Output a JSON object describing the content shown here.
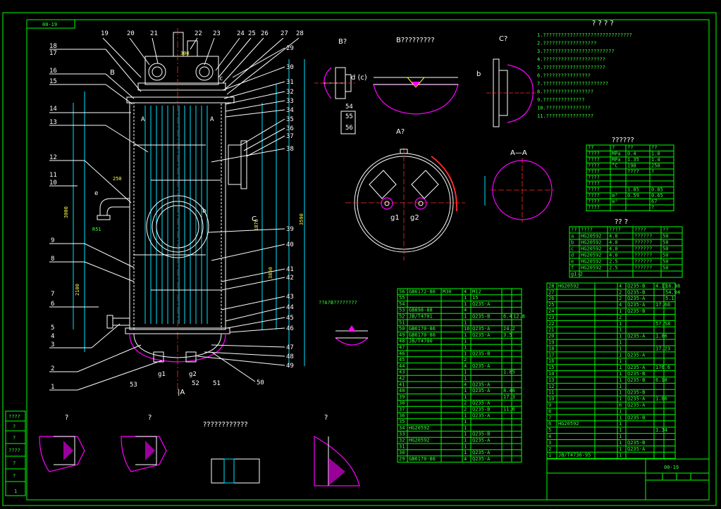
{
  "sheet": {
    "drawing_code": "00-19",
    "colors": {
      "background": "#000000",
      "frame": "#00ff00",
      "part": "#ffffff",
      "dimension": "#00e5ff",
      "center": "#ff2a2a",
      "weld": "#ff00ff"
    }
  },
  "main_view": {
    "part_numbers_left": [
      "18",
      "17",
      "16",
      "15",
      "14",
      "13",
      "12",
      "11",
      "10",
      "9",
      "8",
      "7",
      "6",
      "5",
      "4",
      "3",
      "2",
      "1"
    ],
    "part_numbers_top": [
      "19",
      "20",
      "21",
      "22",
      "23",
      "24",
      "25",
      "26",
      "27",
      "28"
    ],
    "part_numbers_right": [
      "29",
      "30",
      "31",
      "32",
      "33",
      "34",
      "35",
      "36",
      "37",
      "38",
      "39",
      "40",
      "41",
      "42",
      "43",
      "44",
      "45",
      "46",
      "47",
      "48",
      "49",
      "50"
    ],
    "part_numbers_bottom": [
      "53",
      "52",
      "51"
    ],
    "callouts": [
      "B",
      "A",
      "A",
      "C",
      "b",
      "c",
      "e",
      "g1",
      "g2",
      "R51",
      "|A"
    ],
    "dims": [
      "3000",
      "2100",
      "3590",
      "3850",
      "1870",
      "300",
      "250"
    ]
  },
  "detail_views": {
    "b_view_title": "B?",
    "b_bubble_title": "B?????????",
    "c_view_title": "C?",
    "a_view_title": "A?",
    "aa_view_title": "A—A",
    "c_plan_title": "??A?B????????",
    "bottom_detail_title": "????????????",
    "bottom_labels": [
      "?",
      "?",
      "?"
    ],
    "b_labels": [
      "d (c)",
      "54",
      "55",
      "56",
      "b",
      "g1",
      "g2"
    ]
  },
  "notes_title": "? ? ? ?",
  "notes": [
    "1.??????????????????????????????",
    "2.??????????????????",
    "3.????????????????????????",
    "4.?????????????????????",
    "5.?????????????????????",
    "6.????????????????",
    "7.??????????????????????",
    "8.?????????????????",
    "9.??????????????",
    "10.???????????????",
    "11.????????????????"
  ],
  "tech_table_title": "??????",
  "tech_rows": [
    [
      "??",
      "?",
      "??",
      "??"
    ],
    [
      "????",
      "MPa",
      "0.4",
      "1.0"
    ],
    [
      "????",
      "MPa",
      "1.35",
      "1.4"
    ],
    [
      "????",
      "°C",
      "190",
      "250"
    ],
    [
      "????",
      "",
      "????",
      "?"
    ],
    [
      "????",
      "",
      "",
      ""
    ],
    [
      "????",
      "",
      "",
      ""
    ],
    [
      "????",
      "",
      "1.85",
      "0.85"
    ],
    [
      "????",
      "m³",
      "0.59",
      "0.65"
    ],
    [
      "????",
      "m²",
      "",
      "67"
    ],
    [
      "????",
      "",
      "",
      "?"
    ]
  ],
  "nozzle_table_title": "??  ?",
  "nozzle_rows": [
    [
      "??",
      "????",
      "????",
      "????",
      "??"
    ],
    [
      "a",
      "HG20592",
      "4.0",
      "??????",
      "50"
    ],
    [
      "b",
      "HG20592",
      "4.0",
      "??????",
      "50"
    ],
    [
      "c",
      "HG20592",
      "4.0",
      "??????",
      "50"
    ],
    [
      "d",
      "HG20592",
      "4.0",
      "??????",
      "50"
    ],
    [
      "e",
      "HG20592",
      "2.5",
      "??????",
      "50"
    ],
    [
      "f",
      "HG20592",
      "2.5",
      "??????",
      "50"
    ],
    [
      "g1-2",
      "",
      "",
      "",
      ""
    ]
  ],
  "parts_list_left": [
    [
      "56",
      "GB6172-86",
      "M30",
      "4",
      "M12",
      "",
      ""
    ],
    [
      "55",
      "",
      "",
      "1",
      "15",
      "",
      ""
    ],
    [
      "54",
      "",
      "",
      "1",
      "Q235-A",
      "",
      ""
    ],
    [
      "53",
      "GB898-88",
      "",
      "4",
      "",
      "",
      ""
    ],
    [
      "52",
      "JB/T4701",
      "",
      "1",
      "Q235-B",
      "6.4",
      "12.8"
    ],
    [
      "51",
      "",
      "",
      "1",
      "",
      "",
      ""
    ],
    [
      "50",
      "GB6170-86",
      "",
      "16",
      "Q235-A",
      "24.2",
      ""
    ],
    [
      "49",
      "GB6170-86",
      "",
      "1",
      "Q235-A",
      "3.5",
      ""
    ],
    [
      "48",
      "JB/T4700",
      "",
      "1",
      "",
      "",
      ""
    ],
    [
      "47",
      "",
      "",
      "1",
      "",
      "",
      ""
    ],
    [
      "46",
      "",
      "",
      "1",
      "Q235-B",
      "",
      ""
    ],
    [
      "45",
      "",
      "",
      "2",
      "",
      "",
      ""
    ],
    [
      "44",
      "",
      "",
      "4",
      "Q235-A",
      "",
      ""
    ],
    [
      "43",
      "",
      "",
      "1",
      "",
      "1.85",
      ""
    ],
    [
      "42",
      "",
      "",
      "1",
      "",
      "",
      ""
    ],
    [
      "41",
      "",
      "",
      "4",
      "Q235-A",
      "",
      ""
    ],
    [
      "40",
      "",
      "",
      "1",
      "Q235-A",
      "8.46",
      ""
    ],
    [
      "39",
      "",
      "",
      "1",
      "",
      "17.3",
      ""
    ],
    [
      "38",
      "",
      "",
      "2",
      "Q235-A",
      "",
      ""
    ],
    [
      "37",
      "",
      "",
      "2",
      "Q235-B",
      "11.6",
      ""
    ],
    [
      "36",
      "",
      "",
      "1",
      "Q235-A",
      "",
      ""
    ],
    [
      "35",
      "",
      "",
      "1",
      "",
      "",
      ""
    ],
    [
      "34",
      "HG20592",
      "",
      "1",
      "",
      "",
      ""
    ],
    [
      "33",
      "",
      "",
      "1",
      "Q235-B",
      "",
      ""
    ],
    [
      "32",
      "HG20592",
      "",
      "1",
      "Q235-A",
      "",
      ""
    ],
    [
      "31",
      "",
      "",
      "1",
      "",
      "",
      ""
    ],
    [
      "30",
      "",
      "",
      "1",
      "Q235-A",
      "",
      ""
    ],
    [
      "29",
      "GB6170-86",
      "",
      "4",
      "Q235-A",
      "",
      ""
    ]
  ],
  "parts_list_right": [
    [
      "28",
      "HG20592",
      "",
      "4",
      "Q235-B",
      "4.11",
      "16.38"
    ],
    [
      "27",
      "",
      "",
      "2",
      "Q235-B",
      "",
      "54.94"
    ],
    [
      "26",
      "",
      "",
      "2",
      "Q235-A",
      "",
      "5.1"
    ],
    [
      "25",
      "",
      "",
      "4",
      "Q235-A",
      "17.66",
      ""
    ],
    [
      "24",
      "",
      "",
      "1",
      "Q235-B",
      "",
      ""
    ],
    [
      "23",
      "",
      "",
      "2",
      "",
      "",
      ""
    ],
    [
      "22",
      "",
      "",
      "1",
      "",
      "57.58",
      ""
    ],
    [
      "21",
      "",
      "",
      "1",
      "",
      "",
      ""
    ],
    [
      "20",
      "",
      "",
      "1",
      "Q235-A",
      "1.86",
      ""
    ],
    [
      "19",
      "",
      "",
      "1",
      "",
      "",
      ""
    ],
    [
      "18",
      "",
      "",
      "1",
      "",
      "17.23",
      ""
    ],
    [
      "17",
      "",
      "",
      "1",
      "Q235-A",
      "",
      ""
    ],
    [
      "16",
      "",
      "",
      "1",
      "",
      "",
      ""
    ],
    [
      "15",
      "",
      "",
      "1",
      "Q235-A",
      "176.6",
      ""
    ],
    [
      "14",
      "",
      "",
      "1",
      "Q235-B",
      "",
      ""
    ],
    [
      "13",
      "",
      "",
      "1",
      "Q235-B",
      "6.18",
      ""
    ],
    [
      "12",
      "",
      "",
      "1",
      "",
      "",
      ""
    ],
    [
      "11",
      "",
      "",
      "1",
      "Q235-B",
      "",
      ""
    ],
    [
      "10",
      "",
      "",
      "1",
      "Q235-A",
      "1.86",
      ""
    ],
    [
      "9",
      "",
      "",
      "6",
      "Q235-A",
      "",
      ""
    ],
    [
      "8",
      "",
      "",
      "1",
      "",
      "",
      ""
    ],
    [
      "7",
      "",
      "",
      "1",
      "Q235-B",
      "",
      ""
    ],
    [
      "6",
      "HG20592",
      "",
      "1",
      "",
      "",
      ""
    ],
    [
      "5",
      "",
      "",
      "1",
      "",
      "1.34",
      ""
    ],
    [
      "4",
      "",
      "",
      "1",
      "",
      "",
      ""
    ],
    [
      "3",
      "",
      "",
      "1",
      "Q235-B",
      "",
      ""
    ],
    [
      "2",
      "",
      "",
      "1",
      "Q235-A",
      "",
      ""
    ],
    [
      "1",
      "JB/T4736-95",
      "",
      "1",
      "",
      "",
      ""
    ]
  ],
  "title_block": {
    "drawing_no": "00-19",
    "stamp_left": [
      "????",
      "?",
      "?",
      "????",
      "?",
      "?"
    ],
    "sheet_no": "1"
  }
}
